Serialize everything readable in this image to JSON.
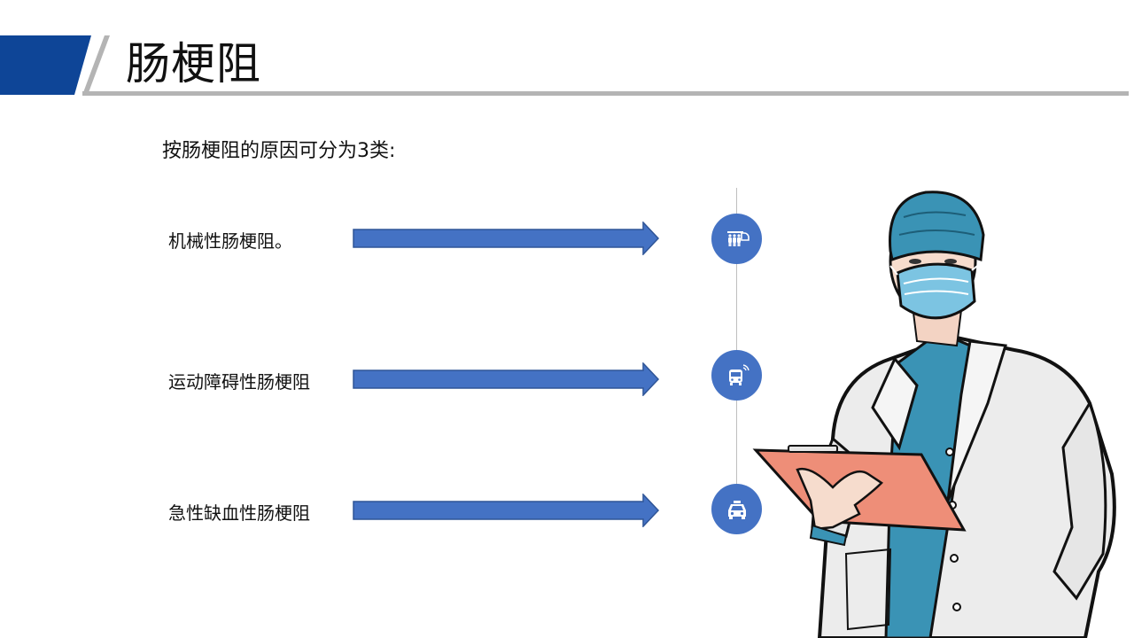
{
  "header": {
    "title": "肠梗阻",
    "accent_color": "#0E4597",
    "rule_color": "#B4B4B4"
  },
  "content": {
    "intro": "按肠梗阻的原因可分为3类:",
    "items": [
      {
        "label": "机械性肠梗阻。",
        "icon": "people-train-icon"
      },
      {
        "label": "运动障碍性肠梗阻",
        "icon": "smart-bus-icon"
      },
      {
        "label": "急性缺血性肠梗阻",
        "icon": "taxi-icon"
      }
    ],
    "arrow_color": "#4472C4",
    "node_color": "#4472C4"
  },
  "illustration": {
    "subject": "doctor-with-clipboard"
  }
}
